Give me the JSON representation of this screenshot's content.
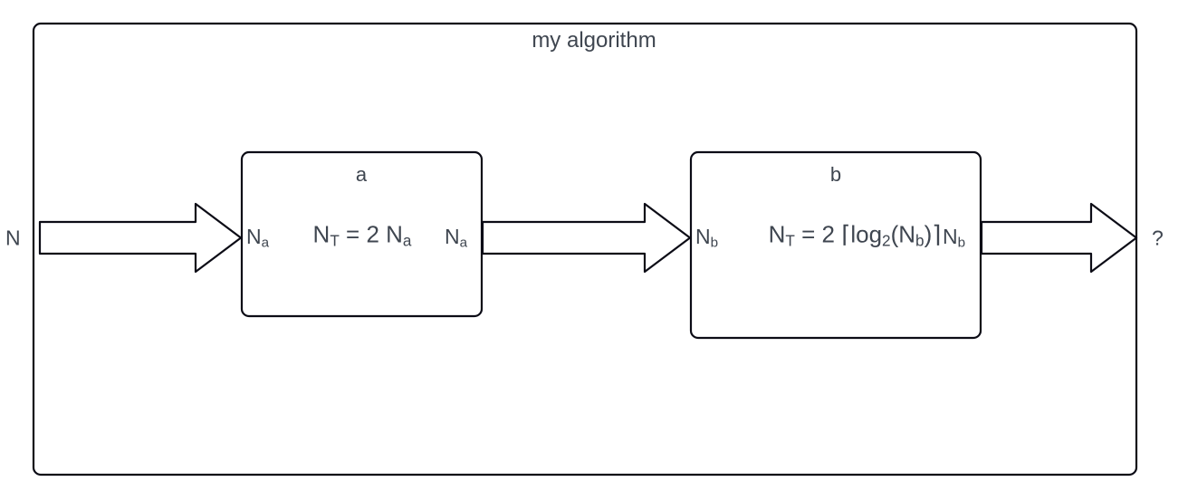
{
  "diagram": {
    "type": "block-diagram",
    "background_color": "#ffffff",
    "stroke_color": "#0c0c16",
    "text_color": "#3f4650",
    "outer_block": {
      "title": "my algorithm",
      "input_label": "N",
      "output_label": "?"
    },
    "blocks": [
      {
        "id": "a",
        "title": "a",
        "formula": {
          "lead": "N",
          "lead_sub": "T",
          "body": " = 2 N",
          "body_sub": "a"
        },
        "input_port": {
          "text": "N",
          "sub": "a"
        },
        "output_port": {
          "text": "N",
          "sub": "a"
        }
      },
      {
        "id": "b",
        "title": "b",
        "formula": {
          "lead": "N",
          "lead_sub": "T",
          "body": " = 2 ⌈log",
          "body_sub": "2",
          "tail": "(N",
          "tail_sub": "b",
          "tail_end": ")⌉"
        },
        "input_port": {
          "text": "N",
          "sub": "b"
        },
        "output_port": {
          "text": "N",
          "sub": "b"
        }
      }
    ],
    "arrows": [
      {
        "name": "arrow-input-to-a",
        "direction": "right"
      },
      {
        "name": "arrow-a-to-b",
        "direction": "right"
      },
      {
        "name": "arrow-b-to-output",
        "direction": "right"
      }
    ]
  }
}
